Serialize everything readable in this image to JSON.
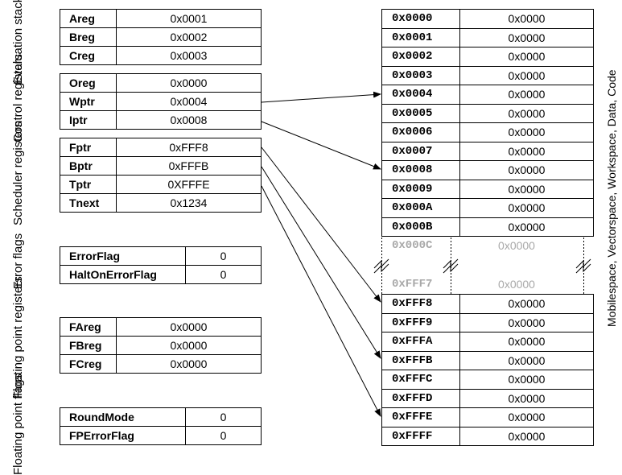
{
  "groups": {
    "evaluation_stack": {
      "label": "Evaluation stack",
      "registers": [
        {
          "name": "Areg",
          "value": "0x0001"
        },
        {
          "name": "Breg",
          "value": "0x0002"
        },
        {
          "name": "Creg",
          "value": "0x0003"
        }
      ]
    },
    "control_registers": {
      "label": "Control registers",
      "registers": [
        {
          "name": "Oreg",
          "value": "0x0000"
        },
        {
          "name": "Wptr",
          "value": "0x0004"
        },
        {
          "name": "Iptr",
          "value": "0x0008"
        }
      ]
    },
    "scheduler_registers": {
      "label": "Scheduler registers",
      "registers": [
        {
          "name": "Fptr",
          "value": "0xFFF8"
        },
        {
          "name": "Bptr",
          "value": "0xFFFB"
        },
        {
          "name": "Tptr",
          "value": "0XFFFE"
        },
        {
          "name": "Tnext",
          "value": "0x1234"
        }
      ]
    },
    "error_flags": {
      "label": "Error flags",
      "flags": [
        {
          "name": "ErrorFlag",
          "value": "0"
        },
        {
          "name": "HaltOnErrorFlag",
          "value": "0"
        }
      ]
    },
    "floating_point_registers": {
      "label": "Floating point registers",
      "registers": [
        {
          "name": "FAreg",
          "value": "0x0000"
        },
        {
          "name": "FBreg",
          "value": "0x0000"
        },
        {
          "name": "FCreg",
          "value": "0x0000"
        }
      ]
    },
    "floating_point_flags": {
      "label": "Floating point flags",
      "flags": [
        {
          "name": "RoundMode",
          "value": "0"
        },
        {
          "name": "FPErrorFlag",
          "value": "0"
        }
      ]
    }
  },
  "memory": {
    "side_label": "Mobilespace, Vectorspace, Workspace, Data, Code",
    "top_rows": [
      {
        "address": "0x0000",
        "value": "0x0000"
      },
      {
        "address": "0x0001",
        "value": "0x0000"
      },
      {
        "address": "0x0002",
        "value": "0x0000"
      },
      {
        "address": "0x0003",
        "value": "0x0000"
      },
      {
        "address": "0x0004",
        "value": "0x0000"
      },
      {
        "address": "0x0005",
        "value": "0x0000"
      },
      {
        "address": "0x0006",
        "value": "0x0000"
      },
      {
        "address": "0x0007",
        "value": "0x0000"
      },
      {
        "address": "0x0008",
        "value": "0x0000"
      },
      {
        "address": "0x0009",
        "value": "0x0000"
      },
      {
        "address": "0x000A",
        "value": "0x0000"
      },
      {
        "address": "0x000B",
        "value": "0x0000"
      }
    ],
    "faded_top": {
      "address": "0x000C",
      "value": "0x0000"
    },
    "faded_bottom": {
      "address": "0xFFF7",
      "value": "0x0000"
    },
    "bottom_rows": [
      {
        "address": "0xFFF8",
        "value": "0x0000"
      },
      {
        "address": "0xFFF9",
        "value": "0x0000"
      },
      {
        "address": "0xFFFA",
        "value": "0x0000"
      },
      {
        "address": "0xFFFB",
        "value": "0x0000"
      },
      {
        "address": "0xFFFC",
        "value": "0x0000"
      },
      {
        "address": "0xFFFD",
        "value": "0x0000"
      },
      {
        "address": "0xFFFE",
        "value": "0x0000"
      },
      {
        "address": "0xFFFF",
        "value": "0x0000"
      }
    ]
  }
}
